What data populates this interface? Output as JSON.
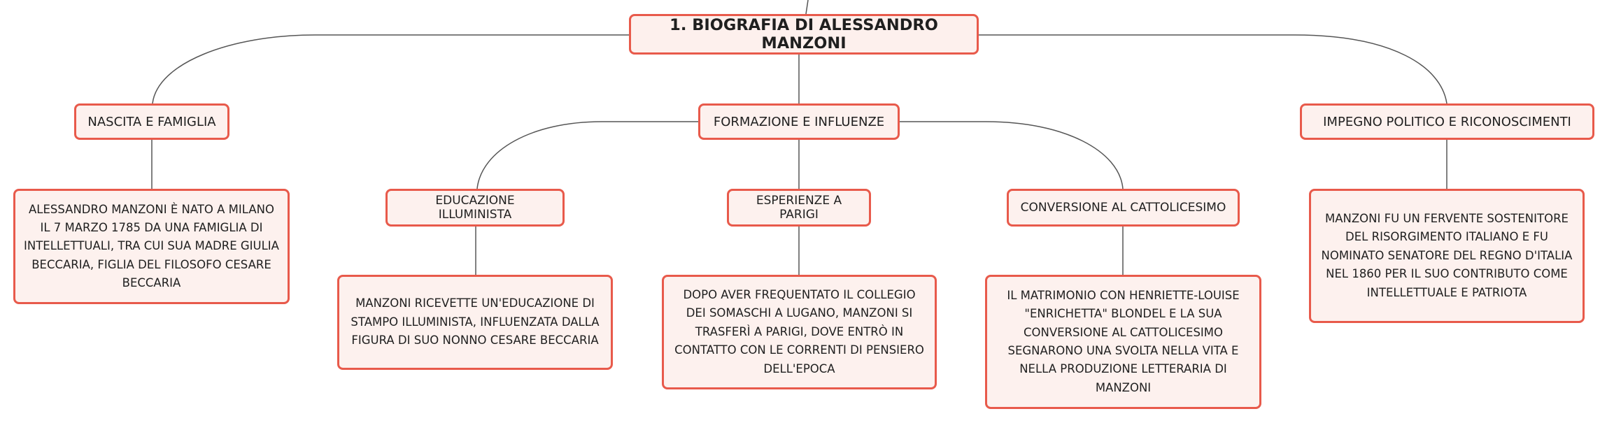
{
  "root": {
    "title": "1. BIOGRAFIA DI ALESSANDRO MANZONI"
  },
  "topics": {
    "nascita": {
      "label": "NASCITA E FAMIGLIA",
      "detail": "ALESSANDRO MANZONI È NATO A MILANO IL 7 MARZO 1785 DA UNA FAMIGLIA DI INTELLETTUALI, TRA CUI SUA MADRE GIULIA BECCARIA, FIGLIA DEL FILOSOFO CESARE BECCARIA"
    },
    "formazione": {
      "label": "FORMAZIONE E INFLUENZE",
      "subtopics": {
        "educazione": {
          "label": "EDUCAZIONE ILLUMINISTA",
          "detail": "MANZONI RICEVETTE UN'EDUCAZIONE DI STAMPO ILLUMINISTA, INFLUENZATA DALLA FIGURA DI SUO NONNO CESARE BECCARIA"
        },
        "parigi": {
          "label": "ESPERIENZE A PARIGI",
          "detail": "DOPO AVER FREQUENTATO IL COLLEGIO DEI SOMASCHI A LUGANO, MANZONI SI TRASFERÌ A PARIGI, DOVE ENTRÒ IN CONTATTO CON LE CORRENTI DI PENSIERO DELL'EPOCA"
        },
        "conversione": {
          "label": "CONVERSIONE AL CATTOLICESIMO",
          "detail": "IL MATRIMONIO CON HENRIETTE-LOUISE \"ENRICHETTA\" BLONDEL E LA SUA CONVERSIONE AL CATTOLICESIMO SEGNARONO UNA SVOLTA NELLA VITA E NELLA PRODUZIONE LETTERARIA DI MANZONI"
        }
      }
    },
    "impegno": {
      "label": "IMPEGNO POLITICO E RICONOSCIMENTI",
      "detail": "MANZONI FU UN FERVENTE SOSTENITORE DEL RISORGIMENTO ITALIANO E FU NOMINATO SENATORE DEL REGNO D'ITALIA NEL 1860 PER IL SUO CONTRIBUTO COME INTELLETTUALE E PATRIOTA"
    }
  }
}
